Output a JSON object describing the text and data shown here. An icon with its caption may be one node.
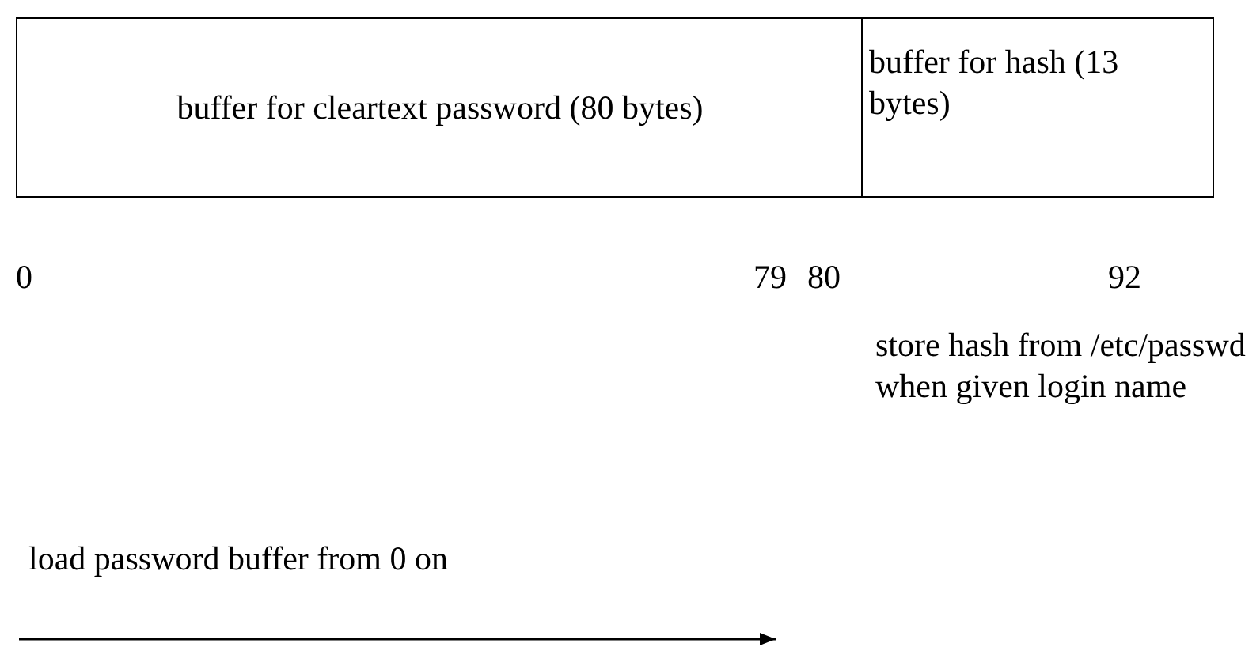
{
  "diagram": {
    "nodes": [
      {
        "text": [
          "buffer for cleartext password (80 bytes)"
        ]
      },
      {
        "text": [
          "buffer for hash (13 bytes)"
        ]
      }
    ],
    "labels": [
      "0",
      "79",
      "80",
      "92",
      "store hash from /etc/passwd when given login name",
      "load password buffer from 0 on"
    ]
  }
}
